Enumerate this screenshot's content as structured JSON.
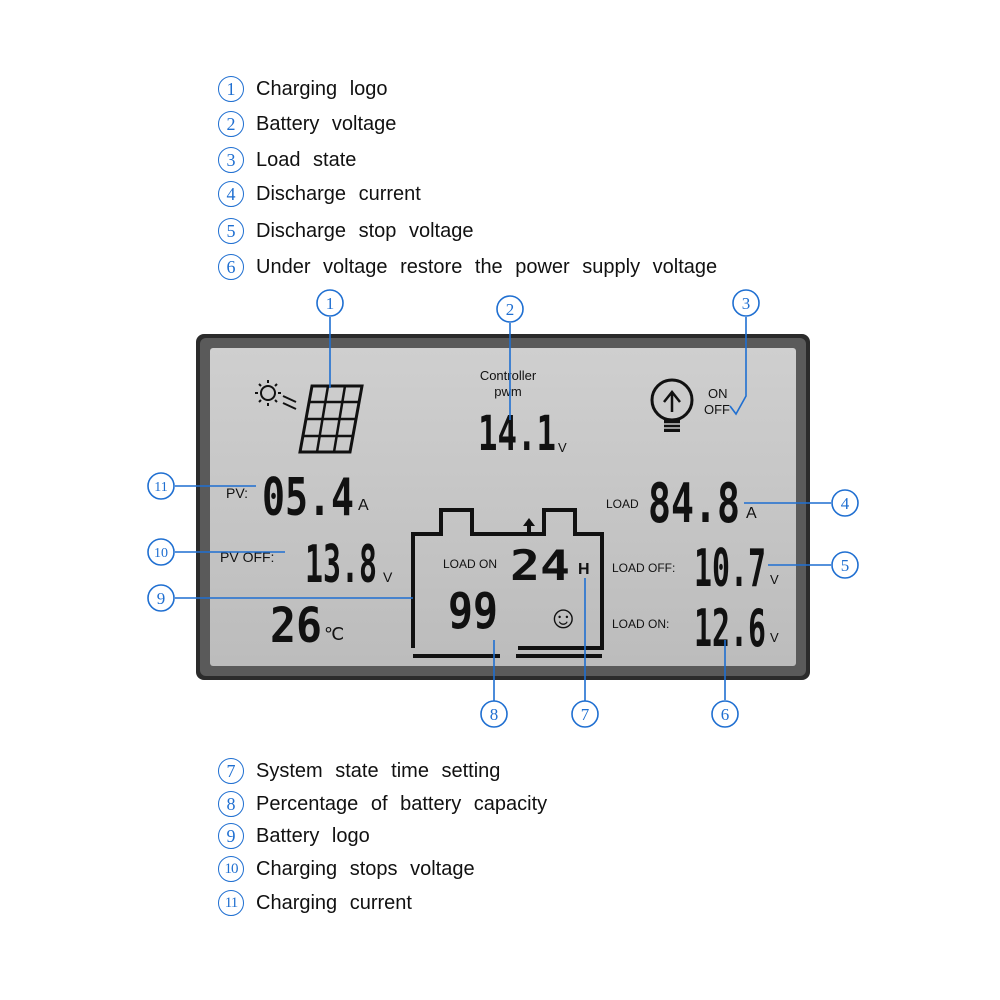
{
  "legend_top": [
    {
      "num": "1",
      "text": "Charging logo"
    },
    {
      "num": "2",
      "text": "Battery voltage"
    },
    {
      "num": "3",
      "text": "Load state"
    },
    {
      "num": "4",
      "text": "Discharge current"
    },
    {
      "num": "5",
      "text": "Discharge stop voltage"
    },
    {
      "num": "6",
      "text": "Under voltage restore the power supply voltage"
    }
  ],
  "legend_bottom": [
    {
      "num": "7",
      "text": "System state time setting"
    },
    {
      "num": "8",
      "text": "Percentage of battery capacity"
    },
    {
      "num": "9",
      "text": "Battery logo"
    },
    {
      "num": "10",
      "text": "Charging stops voltage"
    },
    {
      "num": "11",
      "text": "Charging current"
    }
  ],
  "lcd": {
    "controller_label": "Controller",
    "pwm_label": "pwm",
    "battery_voltage": "14.1",
    "battery_voltage_unit": "V",
    "load_on_text": "ON",
    "load_off_text": "OFF",
    "pv_label": "PV:",
    "pv_current": "05.4",
    "pv_current_unit": "A",
    "pv_off_label": "PV OFF:",
    "pv_off_voltage": "13.8",
    "pv_off_unit": "V",
    "temperature": "26",
    "temperature_unit": "℃",
    "load_label": "LOAD",
    "load_current": "84.8",
    "load_current_unit": "A",
    "load_off_label": "LOAD OFF:",
    "load_off_voltage": "10.7",
    "load_off_unit": "V",
    "load_on_label": "LOAD ON:",
    "load_on_voltage": "12.6",
    "load_on_unit": "V",
    "battery_load_on_label": "LOAD ON",
    "timer_value": "24",
    "timer_unit": "H",
    "capacity": "99",
    "smiley": "☺"
  },
  "callouts": [
    "1",
    "2",
    "3",
    "4",
    "5",
    "6",
    "7",
    "8",
    "9",
    "10",
    "11"
  ],
  "colors": {
    "accent": "#1f6fd1",
    "lcd_bg": "#c8c8c8",
    "bezel": "#2b2b2b",
    "segment": "#111111"
  }
}
